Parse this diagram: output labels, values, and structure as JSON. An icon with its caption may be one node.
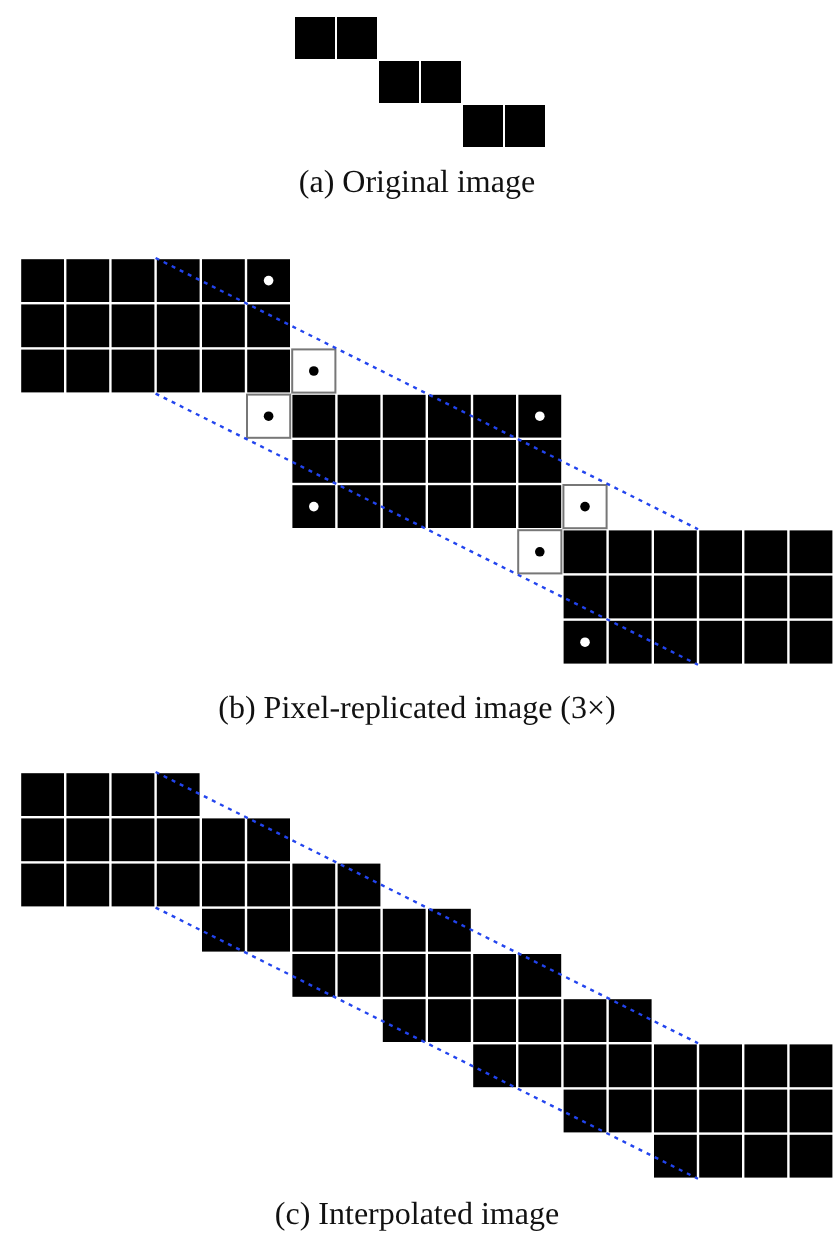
{
  "diagram": {
    "labels": [
      "(a) Original image",
      "(b) Pixel-replicated image (3×)",
      "(c) Interpolated image"
    ]
  }
}
